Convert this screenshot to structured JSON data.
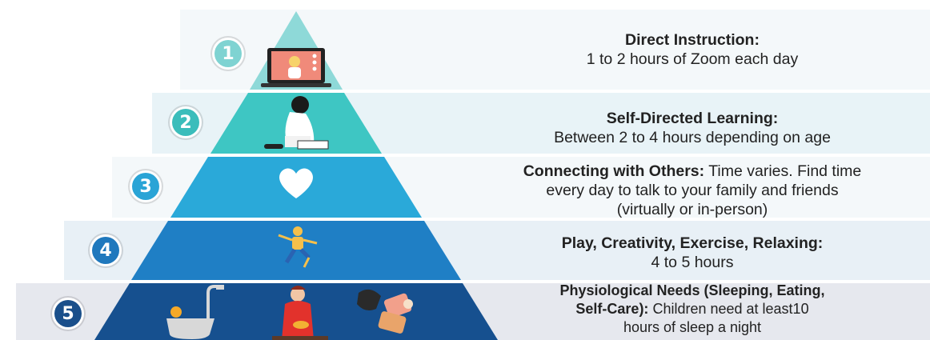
{
  "levels": [
    {
      "number": "1",
      "title": "Direct Instruction:",
      "lines": [
        "1 to 2 hours of Zoom each day"
      ],
      "icon": "laptop-video-call-icon",
      "color": "#8ed9d8",
      "band_color": "#f4f8fa"
    },
    {
      "number": "2",
      "title": "Self-Directed Learning:",
      "lines": [
        "Between 2 to 4 hours depending on age"
      ],
      "icon": "child-reading-icon",
      "color": "#3ec6c3",
      "band_color": "#e8f3f7"
    },
    {
      "number": "3",
      "title": "Connecting with Others:",
      "inline": " Time varies. Find time",
      "lines": [
        "every day to talk to your family and friends",
        "(virtually or in-person)"
      ],
      "icon": "heart-icon",
      "color": "#2aa9d9",
      "band_color": "#f4f8fa"
    },
    {
      "number": "4",
      "title": "Play, Creativity, Exercise, Relaxing:",
      "lines": [
        "4 to 5 hours"
      ],
      "icon": "jumping-child-icon",
      "color": "#1f7fc5",
      "band_color": "#e8f0f6"
    },
    {
      "number": "5",
      "title_lines": [
        "Physiological Needs (Sleeping, Eating,",
        "Self-Care):"
      ],
      "inline": " Children need at least10",
      "lines": [
        "hours of sleep a night"
      ],
      "icon_set": [
        "bathtub-icon",
        "eating-person-icon",
        "sleeping-person-icon"
      ],
      "color": "#16508f",
      "band_color": "#e6e8ee"
    }
  ],
  "number_circle_colors": [
    "#7fd3d2",
    "#3bbdbb",
    "#2aa4d6",
    "#1f78bd",
    "#1a4f8b"
  ]
}
